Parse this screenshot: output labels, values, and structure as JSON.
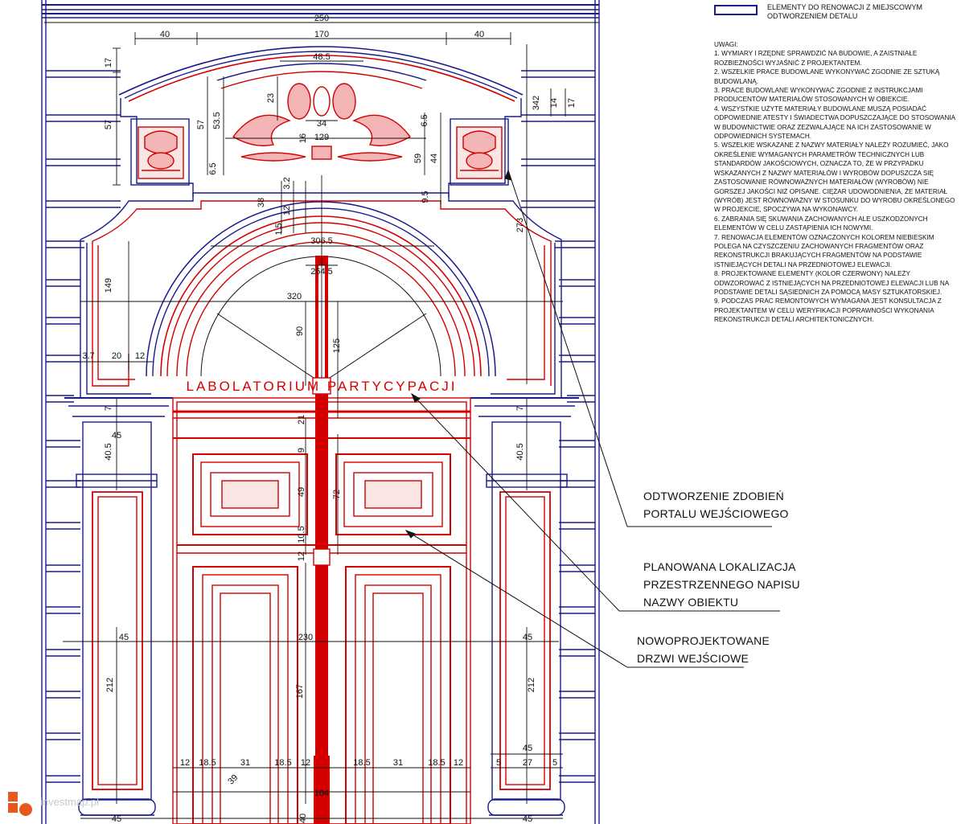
{
  "legend": {
    "swatch_color": "#1a1a8c",
    "text": "ELEMENTY DO RENOWACJI Z MIEJSCOWYM ODTWORZENIEM DETALU"
  },
  "notes": {
    "title": "UWAGI:",
    "items": [
      "1. WYMIARY I RZĘDNE SPRAWDZIĆ NA BUDOWIE, A ZAISTNIAŁE ROZBIEŻNOŚCI WYJAŚNIĆ Z PROJEKTANTEM.",
      "2. WSZELKIE PRACE BUDOWLANE WYKONYWAĆ ZGODNIE ZE SZTUKĄ BUDOWLANĄ.",
      "3. PRACE BUDOWLANE WYKONYWAĆ ZGODNIE Z INSTRUKCJAMI PRODUCENTÓW MATERIAŁÓW STOSOWANYCH W OBIEKCIE.",
      "4. WSZYSTKIE UŻYTE MATERIAŁY BUDOWLANE MUSZĄ POSIADAĆ ODPOWIEDNIE ATESTY I ŚWIADECTWA DOPUSZCZAJĄCE DO STOSOWANIA W BUDOWNICTWIE ORAZ ZEZWALAJĄCE NA ICH ZASTOSOWANIE W ODPOWIEDNICH SYSTEMACH.",
      "5. WSZELKIE WSKAZANE Z NAZWY MATERIAŁY NALEŻY ROZUMIEĆ, JAKO OKREŚLENIE WYMAGANYCH PARAMETRÓW TECHNICZNYCH LUB STANDARDÓW JAKOŚCIOWYCH, OZNACZA TO, ŻE W PRZYPADKU WSKAZANYCH Z NAZWY MATERIAŁÓW I WYROBÓW DOPUSZCZA SIĘ ZASTOSOWANIE RÓWNOWAŻNYCH MATERIAŁÓW (WYROBÓW) NIE GORSZEJ JAKOŚCI NIŻ OPISANE. CIĘŻAR UDOWODNIENIA, ŻE MATERIAŁ (WYRÓB) JEST RÓWNOWAŻNY W STOSUNKU DO WYROBU OKREŚLONEGO W PROJEKCIE, SPOCZYWA NA WYKONAWCY.",
      "6. ZABRANIA SIĘ SKUWANIA ZACHOWANYCH ALE USZKODZONYCH ELEMENTÓW W CELU ZASTĄPIENIA ICH NOWYMI.",
      "7. RENOWACJA ELEMENTÓW OZNACZONYCH KOLOREM NIEBIESKIM POLEGA NA CZYSZCZENIU ZACHOWANYCH FRAGMENTÓW ORAZ REKONSTRUKCJI BRAKUJĄCYCH FRAGMENTÓW NA PODSTAWIE ISTNIEJĄCYCH DETALI NA PRZEDNIOTOWEJ ELEWACJI.",
      "8. PROJEKTOWANE ELEMENTY (KOLOR CZERWONY) NALEŻY ODWZOROWAĆ Z ISTNIEJĄCYCH NA PRZEDNIOTOWEJ ELEWACJI LUB NA PODSTAWIE DETALI SĄSIEDNICH ZA POMOCĄ MASY SZTUKATORSKIEJ.",
      "9. PODCZAS PRAC REMONTOWYCH WYMAGANA JEST KONSULTACJA Z PROJEKTANTEM W CELU WERYFIKACJI POPRAWNOŚCI WYKONANIA REKONSTRUKCJI DETALI ARCHITEKTONICZNYCH."
    ]
  },
  "callouts": {
    "portal": [
      "ODTWORZENIE ZDOBIEŃ",
      "PORTALU WEJŚCIOWEGO"
    ],
    "sign_location": [
      "PLANOWANA LOKALIZACJA",
      "PRZESTRZENNEGO NAPISU",
      "NAZWY OBIEKTU"
    ],
    "doors": [
      "NOWOPROJEKTOWANE",
      "DRZWI WEJŚCIOWE"
    ]
  },
  "sign_text": "LABOLATORIUM PARTYCYPACJI",
  "dimensions": {
    "total_width": "250",
    "side_left": "40",
    "center": "170",
    "side_right": "40",
    "crown": "48.5",
    "h17_left": "17",
    "h57": "57",
    "h57b": "57",
    "h53_5": "53.5",
    "h23": "23",
    "h34": "34",
    "h129": "129",
    "h16": "16",
    "h6_5a": "6.5",
    "h6_5b": "6.5",
    "h59": "59",
    "h44": "44",
    "h9_5": "9.5",
    "h342": "342",
    "h14": "14",
    "h17_right": "17",
    "h3_2": "3.2",
    "h38": "38",
    "h12": "12",
    "h1_5": "1.5",
    "arch_width": "306.5",
    "arch_inner": "264.5",
    "span320": "320",
    "h149": "149",
    "h90": "90",
    "h125": "125",
    "h273": "273",
    "d3_7": "3.7",
    "d20": "20",
    "d12": "12",
    "h7_left": "7",
    "h7_right": "7",
    "h45_left": "45",
    "h40_5_left": "40.5",
    "h40_5_right": "40.5",
    "h21": "21",
    "h9": "9",
    "h49": "49",
    "h72": "72",
    "h10_5": "10.5",
    "h12b": "12",
    "w45_left": "45",
    "w230": "230",
    "w45_right": "45",
    "h212_left": "212",
    "h167": "167",
    "h212_right": "212",
    "b12a": "12",
    "b18_5a": "18.5",
    "b31a": "31",
    "b18_5b": "18.5",
    "b12b": "12",
    "b18_5c": "18.5",
    "b31b": "31",
    "b18_5d": "18.5",
    "b12c": "12",
    "b45": "45",
    "b5a": "5",
    "b27": "27",
    "b5b": "5",
    "b45_bottom_left": "45",
    "b45_bottom_right": "45",
    "b104": "104",
    "b39": "39",
    "b40": "40"
  },
  "watermark": "investmap.pl",
  "colors": {
    "existing": "#1a1a8c",
    "new": "#d40000",
    "dimension": "#111111"
  }
}
